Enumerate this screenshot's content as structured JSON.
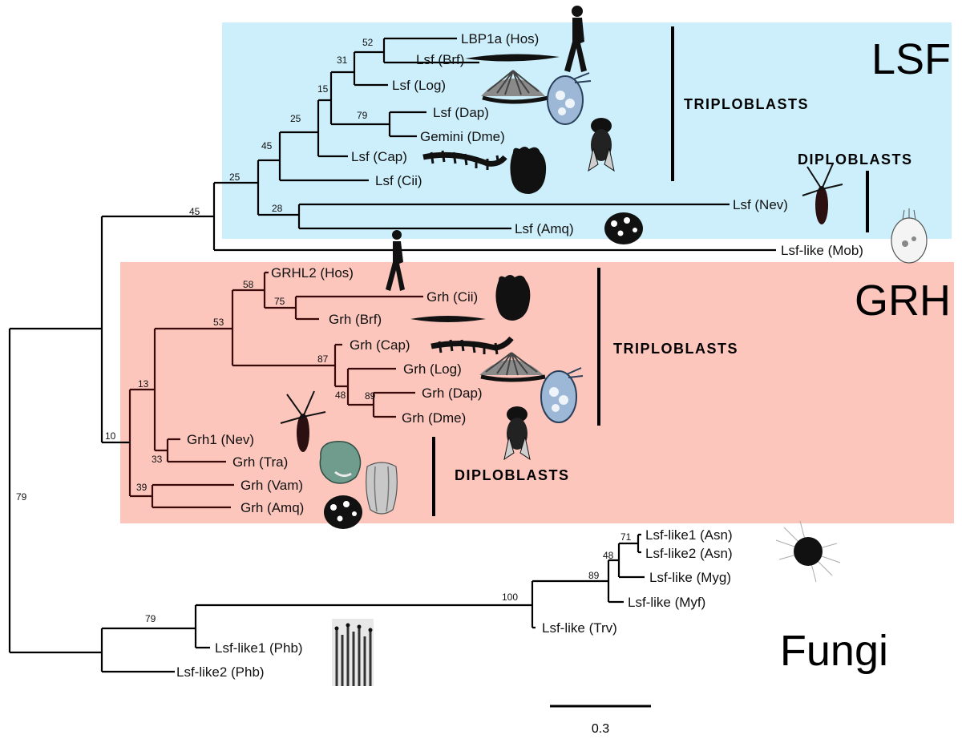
{
  "clades": {
    "lsf": {
      "label": "LSF",
      "color": "#cceffb"
    },
    "grh": {
      "label": "GRH",
      "color": "#fdc6bd"
    },
    "fungi": {
      "label": "Fungi"
    }
  },
  "groups": {
    "lsf_triploblasts": "TRIPLOBLASTS",
    "lsf_diploblasts": "DIPLOBLASTS",
    "grh_triploblasts": "TRIPLOBLASTS",
    "grh_diploblasts": "DIPLOBLASTS"
  },
  "tips": {
    "lbp1a_hos": "LBP1a (Hos)",
    "lsf_brf": "Lsf (Brf)",
    "lsf_log": "Lsf (Log)",
    "lsf_dap": "Lsf (Dap)",
    "gemini_dme": "Gemini (Dme)",
    "lsf_cap": "Lsf (Cap)",
    "lsf_cii": "Lsf (Cii)",
    "lsf_nev": "Lsf (Nev)",
    "lsf_amq": "Lsf (Amq)",
    "lsflike_mob": "Lsf-like (Mob)",
    "grhl2_hos": "GRHL2 (Hos)",
    "grh_cii": "Grh (Cii)",
    "grh_brf": "Grh (Brf)",
    "grh_cap": "Grh (Cap)",
    "grh_log": "Grh (Log)",
    "grh_dap": "Grh (Dap)",
    "grh_dme": "Grh (Dme)",
    "grh1_nev": "Grh1 (Nev)",
    "grh_tra": "Grh (Tra)",
    "grh_vam": "Grh (Vam)",
    "grh_amq": "Grh (Amq)",
    "lsflike1_asn": "Lsf-like1 (Asn)",
    "lsflike2_asn": "Lsf-like2 (Asn)",
    "lsflike_myg": "Lsf-like (Myg)",
    "lsflike_myf": "Lsf-like (Myf)",
    "lsflike_trv": "Lsf-like (Trv)",
    "lsflike1_phb": "Lsf-like1 (Phb)",
    "lsflike2_phb": "Lsf-like2 (Phb)"
  },
  "support": {
    "s52": "52",
    "s31": "31",
    "s15": "15",
    "s79a": "79",
    "s25a": "25",
    "s45a": "45",
    "s25b": "25",
    "s28": "28",
    "s45b": "45",
    "s58": "58",
    "s75": "75",
    "s53": "53",
    "s87": "87",
    "s48a": "48",
    "s89a": "89",
    "s13": "13",
    "s33": "33",
    "s39": "39",
    "s10": "10",
    "s79root": "79",
    "s71": "71",
    "s48b": "48",
    "s89b": "89",
    "s100": "100",
    "s79c": "79"
  },
  "scale": {
    "label": "0.3"
  },
  "icons": [
    "human-silhouette",
    "amphioxus",
    "limpet-shell",
    "daphnia",
    "fly",
    "polychaete-worm",
    "ascidian",
    "anemone",
    "sponge",
    "choanoflagellate",
    "placozoan",
    "ctenophore",
    "fungus-colony",
    "pilobolus"
  ]
}
